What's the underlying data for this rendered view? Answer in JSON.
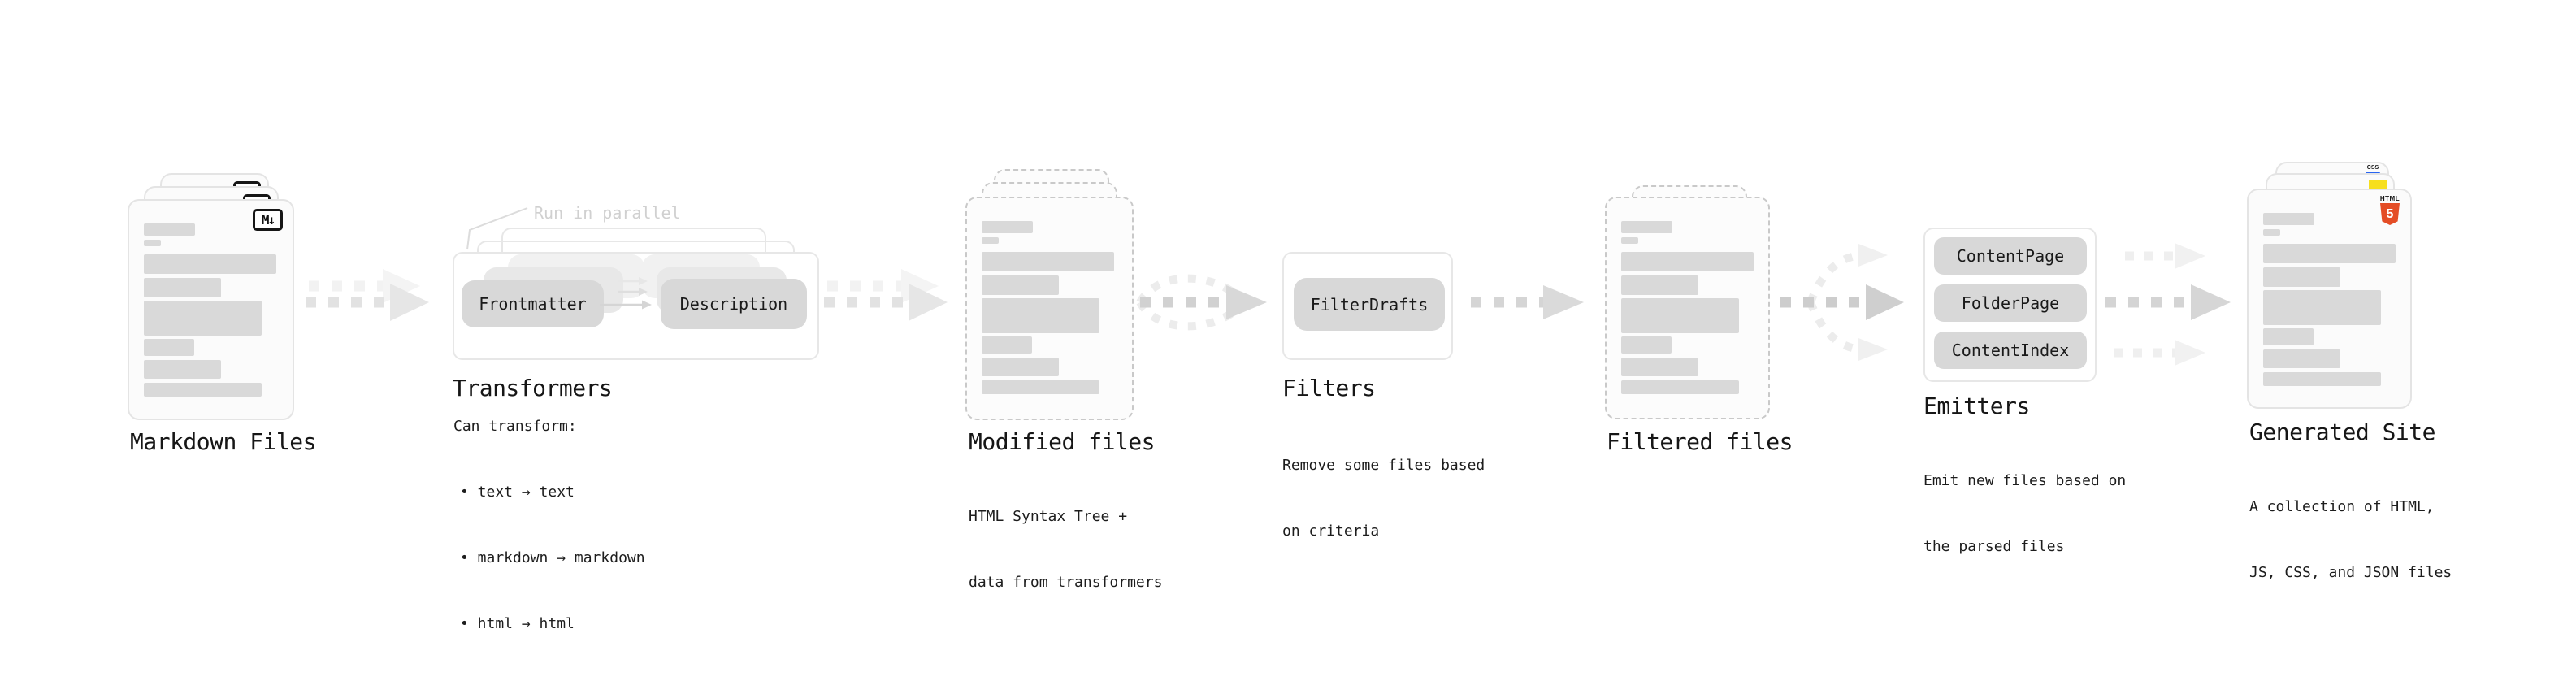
{
  "stages": {
    "markdown": {
      "label": "Markdown Files",
      "badge": "M↓"
    },
    "transformers": {
      "heading": "Transformers",
      "note": "Run in parallel",
      "pill_from": "Frontmatter",
      "pill_to": "Description",
      "caption_title": "Can transform:",
      "bullets": [
        "• text → text",
        "• markdown → markdown",
        "• html → html"
      ]
    },
    "modified": {
      "label": "Modified files",
      "caption": [
        "HTML Syntax Tree +",
        "data from transformers"
      ]
    },
    "filters": {
      "heading": "Filters",
      "pill": "FilterDrafts",
      "caption": [
        "Remove some files based",
        "on criteria"
      ]
    },
    "filtered": {
      "label": "Filtered files"
    },
    "emitters": {
      "heading": "Emitters",
      "pills": [
        "ContentPage",
        "FolderPage",
        "ContentIndex"
      ],
      "caption": [
        "Emit new files based on",
        "the parsed files"
      ]
    },
    "generated": {
      "label": "Generated Site",
      "caption": [
        "A collection of HTML,",
        "JS, CSS, and JSON files"
      ],
      "css_badge": "CSS",
      "html_badge_word": "HTML",
      "html_badge_number": "5"
    }
  },
  "colors": {
    "html5_orange": "#e44d26",
    "css_blue": "#2965f1",
    "js_yellow": "#f7df1e",
    "pill_gray": "#d8d8d8",
    "skeleton_gray": "#d9d9d9"
  }
}
